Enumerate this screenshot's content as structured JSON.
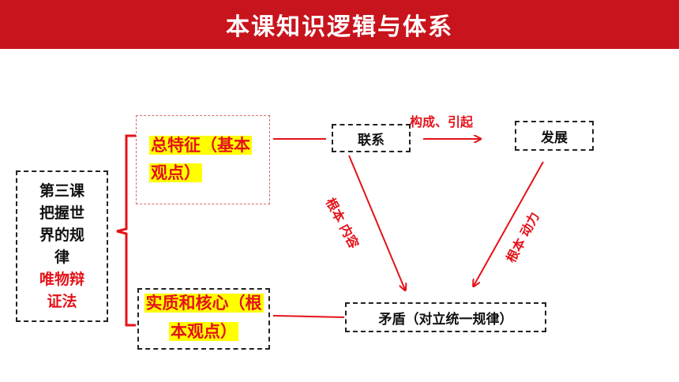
{
  "title": "本课知识逻辑与体系",
  "root": {
    "line1": "第三课",
    "line2": "把握世",
    "line3": "界的规",
    "line4": "律",
    "line5": "唯物辩",
    "line6": "证法"
  },
  "general_feature": "总特征（基本观点）",
  "essence_core": "实质和核心（根本观点）",
  "nodes": {
    "connection": "联系",
    "development": "发展",
    "contradiction": "矛盾（对立统一规律）"
  },
  "edge_labels": {
    "constitute_cause": "构成、引起",
    "root_content": "根本 内容",
    "root_power": "根本 动力"
  },
  "colors": {
    "title_bg": "#c8141c",
    "accent_red": "#e41219",
    "highlight": "#ffff00"
  }
}
